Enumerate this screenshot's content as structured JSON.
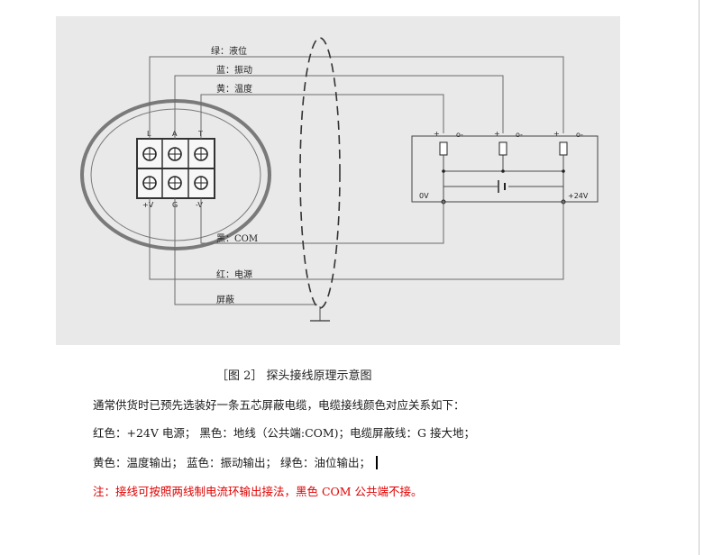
{
  "diagram": {
    "wire_labels": {
      "green": "绿：液位",
      "blue": "蓝：振动",
      "yellow": "黄：温度",
      "black": "黑：COM",
      "red": "红：电源",
      "shield": "屏蔽"
    },
    "terminal_top": [
      "L",
      "A",
      "T"
    ],
    "terminal_bottom": [
      "+V",
      "G",
      "-V"
    ],
    "supply_left": "0V",
    "supply_right": "+24V",
    "loads": [
      {
        "plus": "+",
        "minus": "o-"
      },
      {
        "plus": "+",
        "minus": "o-"
      },
      {
        "plus": "+",
        "minus": "o-"
      }
    ]
  },
  "caption": "［图 2］ 探头接线原理示意图",
  "text": {
    "line1": "通常供货时已预先选装好一条五芯屏蔽电缆，电缆接线颜色对应关系如下：",
    "line2": "红色：+24V 电源；  黑色：地线（公共端:COM)；电缆屏蔽线：G  接大地；",
    "line3": "黄色：温度输出；  蓝色：振动输出；  绿色：油位输出；",
    "line4": "注：接线可按照两线制电流环输出接法，黑色 COM 公共端不接。"
  },
  "colors": {
    "note": "#e00000",
    "panel": "#e9e9e9"
  }
}
